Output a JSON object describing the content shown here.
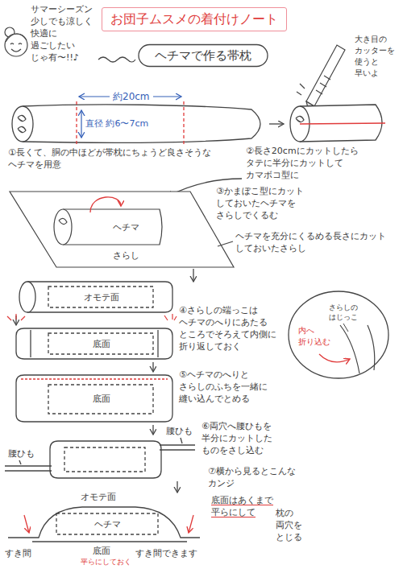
{
  "diagram": {
    "title": "お団子ムスメの着付けノート",
    "nodes": [
      {
        "text": [
          "ヘチマで作る帯枕"
        ]
      },
      {
        "text": [
          "さらしの はじっこ",
          "内へ 折り込む"
        ]
      }
    ],
    "labels": [
      "サマーシーズン 少しでも涼しく 快適に 過ごしたい じゃ有〜!!♪",
      "大き目の カッターを 使うと 早いよ",
      "約20cm",
      "直径 約6〜7cm",
      "①長くて、胴の中ほどが帯枕にちょうど良さそうな ヘチマを用意",
      "②長さ20cmにカットしたら タテに半分にカットして カマボコ型に",
      "③かまぼこ型にカット しておいたヘチマを さらしでくるむ",
      "ヘチマ",
      "さらし",
      "ヘチマを充分にくるめる長さにカット しておいたさらし",
      "オモテ面",
      "④さらしの端っこは ヘチマのへりにあたる ところでそろえて内側に 折り返しておく",
      "底面",
      "⑤ヘチマのへりと さらしのふちを一緒に 縫い込んでとめる",
      "底面",
      "腰ひも",
      "⑥両穴へ腰ひもを 半分にカットした ものをさし込む",
      "腰ひも",
      "⑦横から見るとこんな カンジ",
      "底面はあくまで 平らにして",
      "枕の 両穴を とじる",
      "オモテ面",
      "ヘチマ",
      "底面",
      "平らにしておく",
      "すき間",
      "すき間できます"
    ]
  }
}
